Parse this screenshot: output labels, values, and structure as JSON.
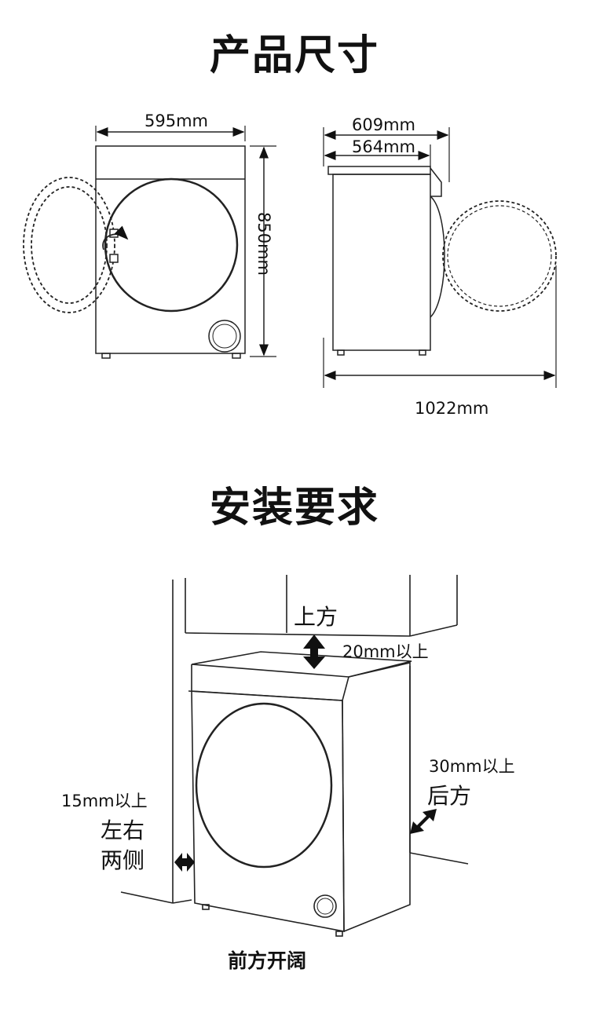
{
  "section_dimensions": {
    "title": "产品尺寸",
    "front_width": "595mm",
    "height": "850mm",
    "side_depth_outer": "609mm",
    "side_depth_inner": "564mm",
    "depth_door_open": "1022mm"
  },
  "section_installation": {
    "title": "安装要求",
    "top_label": "上方",
    "top_clearance": "20mm以上",
    "back_clearance": "30mm以上",
    "back_label": "后方",
    "side_clearance": "15mm以上",
    "side_label_1": "左右",
    "side_label_2": "两侧",
    "front_label": "前方开阔"
  }
}
